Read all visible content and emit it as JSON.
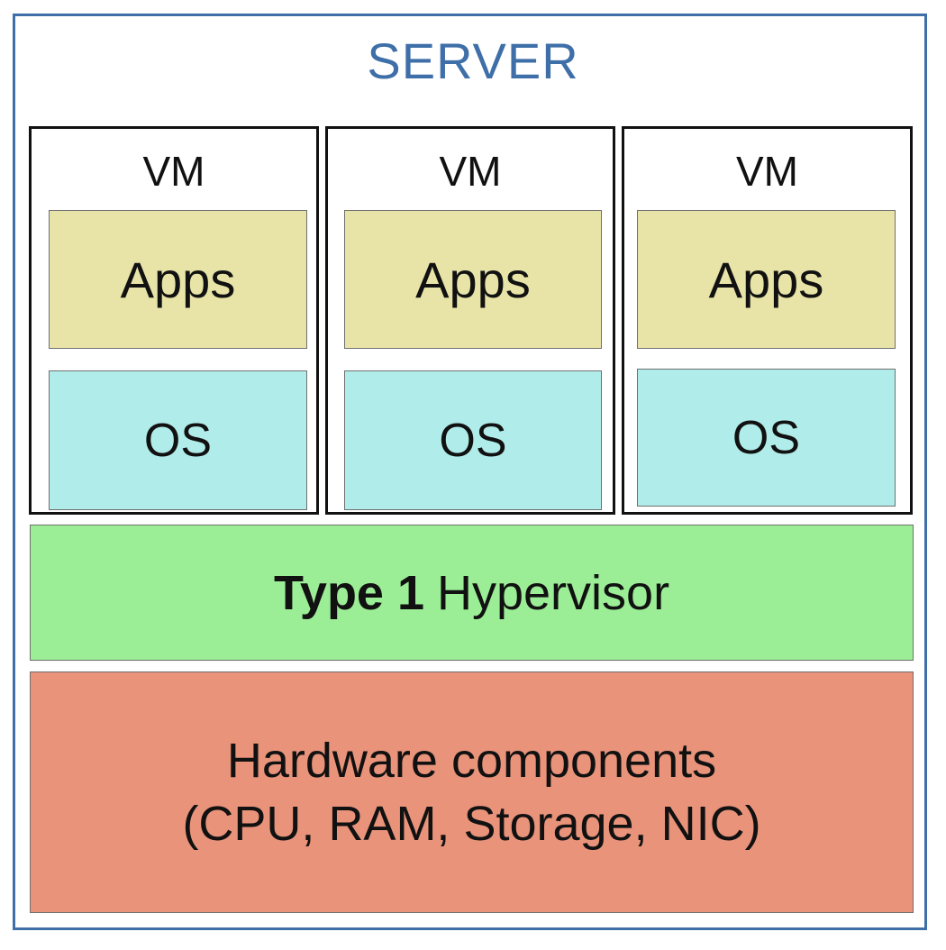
{
  "server": {
    "title": "SERVER",
    "border_color": "#3f6fa8"
  },
  "vms": [
    {
      "title": "VM",
      "apps_label": "Apps",
      "os_label": "OS"
    },
    {
      "title": "VM",
      "apps_label": "Apps",
      "os_label": "OS"
    },
    {
      "title": "VM",
      "apps_label": "Apps",
      "os_label": "OS"
    }
  ],
  "hypervisor": {
    "bold_label": "Type 1",
    "label": "Hypervisor"
  },
  "hardware": {
    "line1": "Hardware components",
    "line2": "(CPU, RAM, Storage, NIC)"
  },
  "colors": {
    "apps": "#e8e4a8",
    "os": "#b0ecea",
    "hypervisor": "#9cee96",
    "hardware": "#e8937a"
  }
}
